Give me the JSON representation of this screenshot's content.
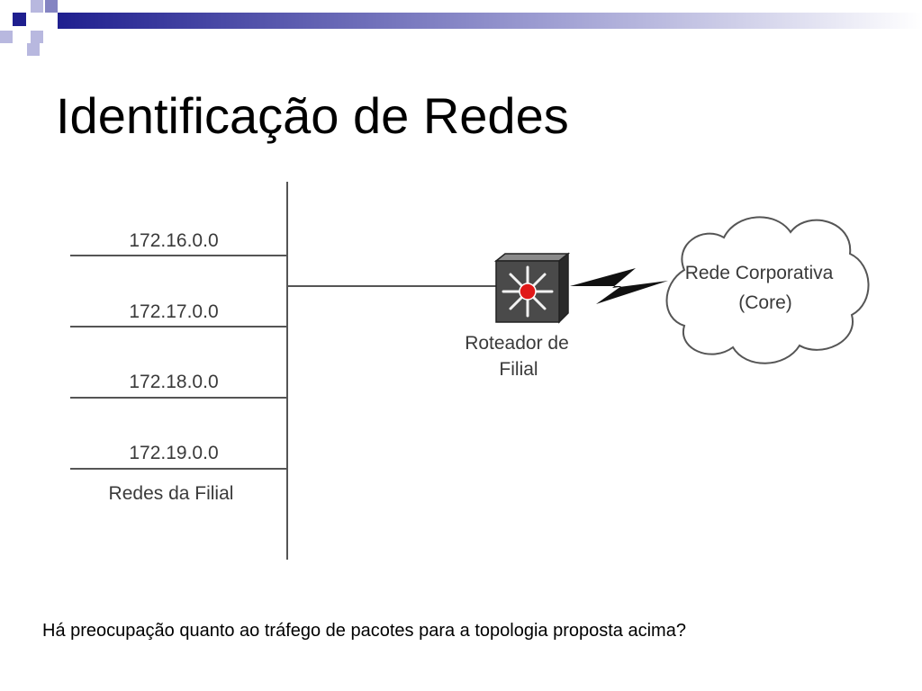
{
  "slide": {
    "title": "Identificação de Redes",
    "caption": "Há preocupação quanto ao tráfego de pacotes para a topologia proposta acima?"
  },
  "diagram": {
    "networks": [
      "172.16.0.0",
      "172.17.0.0",
      "172.18.0.0",
      "172.19.0.0"
    ],
    "branch_label": "Redes da Filial",
    "router": {
      "label_line1": "Roteador de",
      "label_line2": "Filial",
      "icon": "router-icon"
    },
    "cloud": {
      "label_line1": "Rede Corporativa",
      "label_line2": "(Core)",
      "icon": "cloud-icon"
    },
    "wan_link_icon": "lightning-icon"
  },
  "colors": {
    "accent_dark": "#1f1f8f",
    "accent_light": "#b8b8df",
    "router_center": "#e01818",
    "line": "#555555"
  }
}
